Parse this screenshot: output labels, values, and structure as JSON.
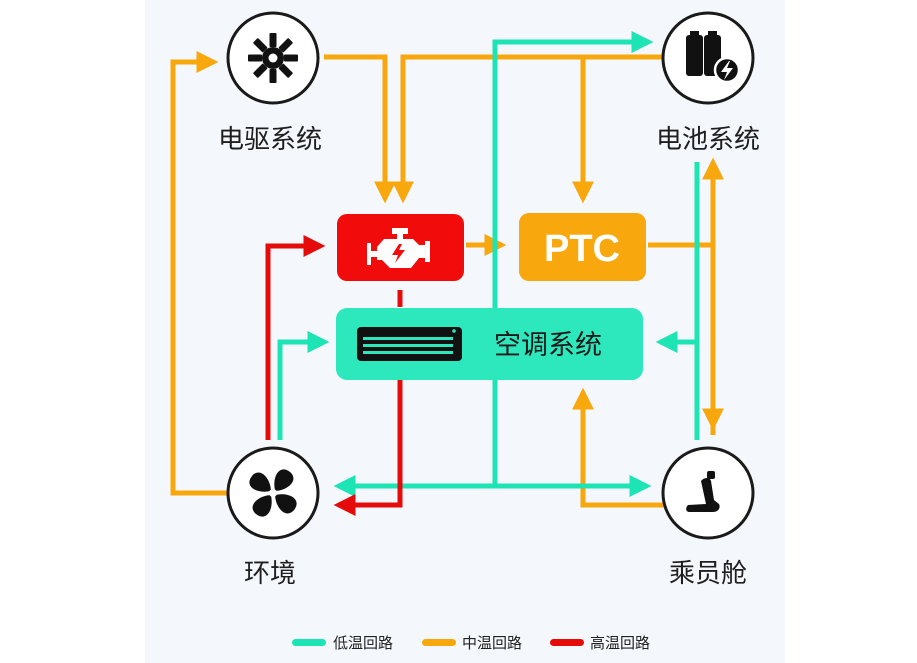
{
  "nodes": {
    "motor": {
      "label": "电驱系统",
      "icon": "motor-gear-icon"
    },
    "battery": {
      "label": "电池系统",
      "icon": "battery-lightning-icon"
    },
    "environment": {
      "label": "环境",
      "icon": "fan-icon"
    },
    "cabin": {
      "label": "乘员舱",
      "icon": "car-seat-icon"
    },
    "engine": {
      "icon": "engine-icon"
    },
    "ptc": {
      "label": "PTC"
    },
    "ac": {
      "label": "空调系统",
      "icon": "air-conditioner-icon"
    }
  },
  "legend": [
    {
      "label": "低温回路",
      "color": "#1de4b4"
    },
    {
      "label": "中温回路",
      "color": "#f8a70d"
    },
    {
      "label": "高温回路",
      "color": "#e60b0b"
    }
  ],
  "colors": {
    "low": "#1de4b4",
    "mid": "#f8a70d",
    "high": "#e60b0b",
    "ac_box": "#2de7bd",
    "engine_box": "#f20b0b",
    "ptc_box": "#f8a70d"
  }
}
